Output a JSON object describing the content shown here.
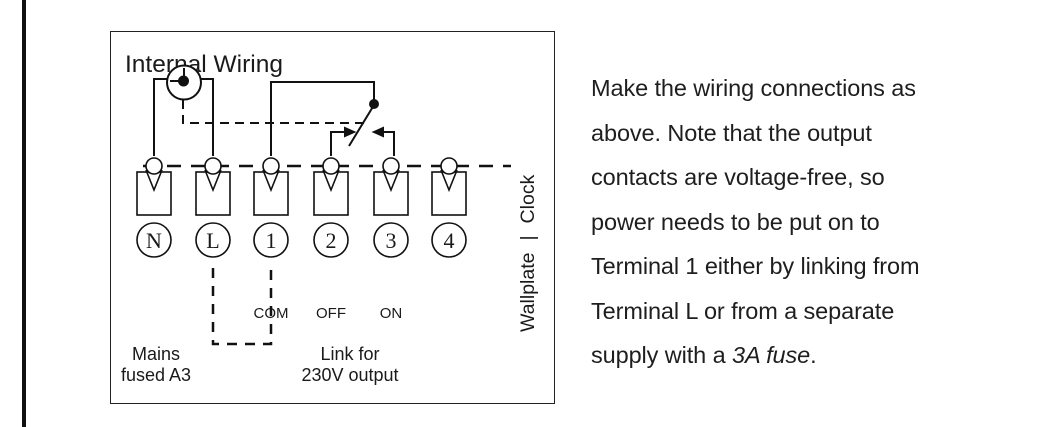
{
  "diagram": {
    "title": "Internal Wiring",
    "side_label_top": "Clock",
    "side_label_separator": "|",
    "side_label_bottom": "Wallplate",
    "terminals": [
      {
        "id": "N",
        "function": ""
      },
      {
        "id": "L",
        "function": ""
      },
      {
        "id": "1",
        "function": "COM"
      },
      {
        "id": "2",
        "function": "OFF"
      },
      {
        "id": "3",
        "function": "ON"
      },
      {
        "id": "4",
        "function": ""
      }
    ],
    "mains_label_line1": "Mains",
    "mains_label_line2": "fused A3",
    "link_label_line1": "Link for",
    "link_label_line2": "230V output"
  },
  "note": {
    "lines": [
      "Make the wiring connections as",
      "above. Note that the output",
      "contacts are voltage-free, so",
      "power needs to be put on to",
      "Terminal 1 either by linking from",
      "Terminal L or from a separate"
    ],
    "last_line_prefix": "supply with a ",
    "last_line_italic": "3A fuse",
    "last_line_suffix": "."
  }
}
